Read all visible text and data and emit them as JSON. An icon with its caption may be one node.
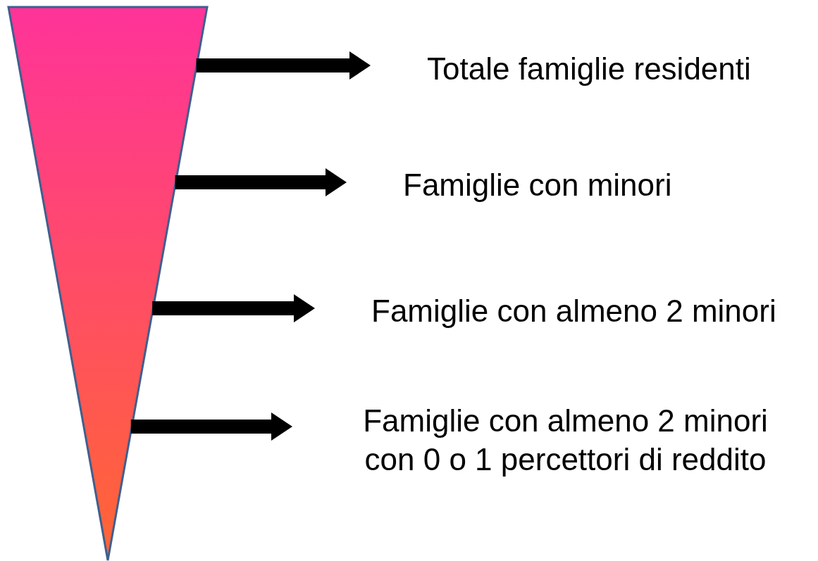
{
  "diagram": {
    "nodes": [
      {
        "text": [],
        "shape": "triangle"
      },
      {
        "text": [
          "Totale famiglie residenti"
        ]
      },
      {
        "text": [
          "Famiglie con minori"
        ]
      },
      {
        "text": [
          "Famiglie con almeno 2 minori"
        ]
      },
      {
        "text": [
          "Famiglie con almeno 2 minori con 0 o 1 percettori di reddito"
        ]
      }
    ],
    "edges": [
      {
        "from": 0,
        "to": 1,
        "arrow": "to"
      },
      {
        "from": 0,
        "to": 2,
        "arrow": "to"
      },
      {
        "from": 0,
        "to": 3,
        "arrow": "to"
      },
      {
        "from": 0,
        "to": 4,
        "arrow": "to"
      }
    ]
  }
}
